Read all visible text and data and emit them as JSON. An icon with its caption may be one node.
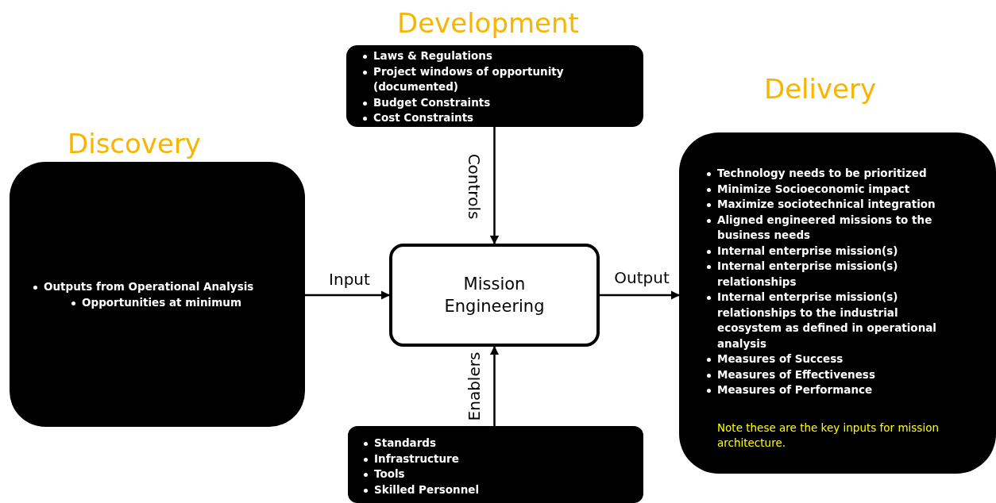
{
  "diagram": {
    "nodes": [
      {
        "text": [
          "Development",
          "Laws & Regulations",
          "Project windows of opportunity (documented)",
          "Budget Constraints",
          "Cost Constraints"
        ]
      },
      {
        "text": [
          "Discovery",
          "Outputs from Operational Analysis",
          "Opportunities at minimum"
        ]
      },
      {
        "text": [
          "Mission Engineering"
        ]
      },
      {
        "text": [
          "Delivery",
          "Technology needs to be prioritized",
          "Minimize Socioeconomic impact",
          "Maximize sociotechnical integration",
          "Aligned engineered missions to the business needs",
          "Internal enterprise mission(s)",
          "Internal enterprise mission(s) relationships",
          "Internal enterprise mission(s) relationships to the industrial ecosystem as defined in operational analysis",
          "Measures of Success",
          "Measures of Effectiveness",
          "Measures of Performance",
          "Note these are the key inputs for mission architecture."
        ]
      },
      {
        "text": [
          "Standards",
          "Infrastructure",
          "Tools",
          "Skilled Personnel"
        ]
      }
    ],
    "edges": [
      {
        "from": 0,
        "to": 2,
        "arrow": "to",
        "label": "Controls"
      },
      {
        "from": 1,
        "to": 2,
        "arrow": "to",
        "label": "Input"
      },
      {
        "from": 4,
        "to": 2,
        "arrow": "to",
        "label": "Enablers"
      },
      {
        "from": 2,
        "to": 3,
        "arrow": "to",
        "label": "Output"
      }
    ]
  }
}
